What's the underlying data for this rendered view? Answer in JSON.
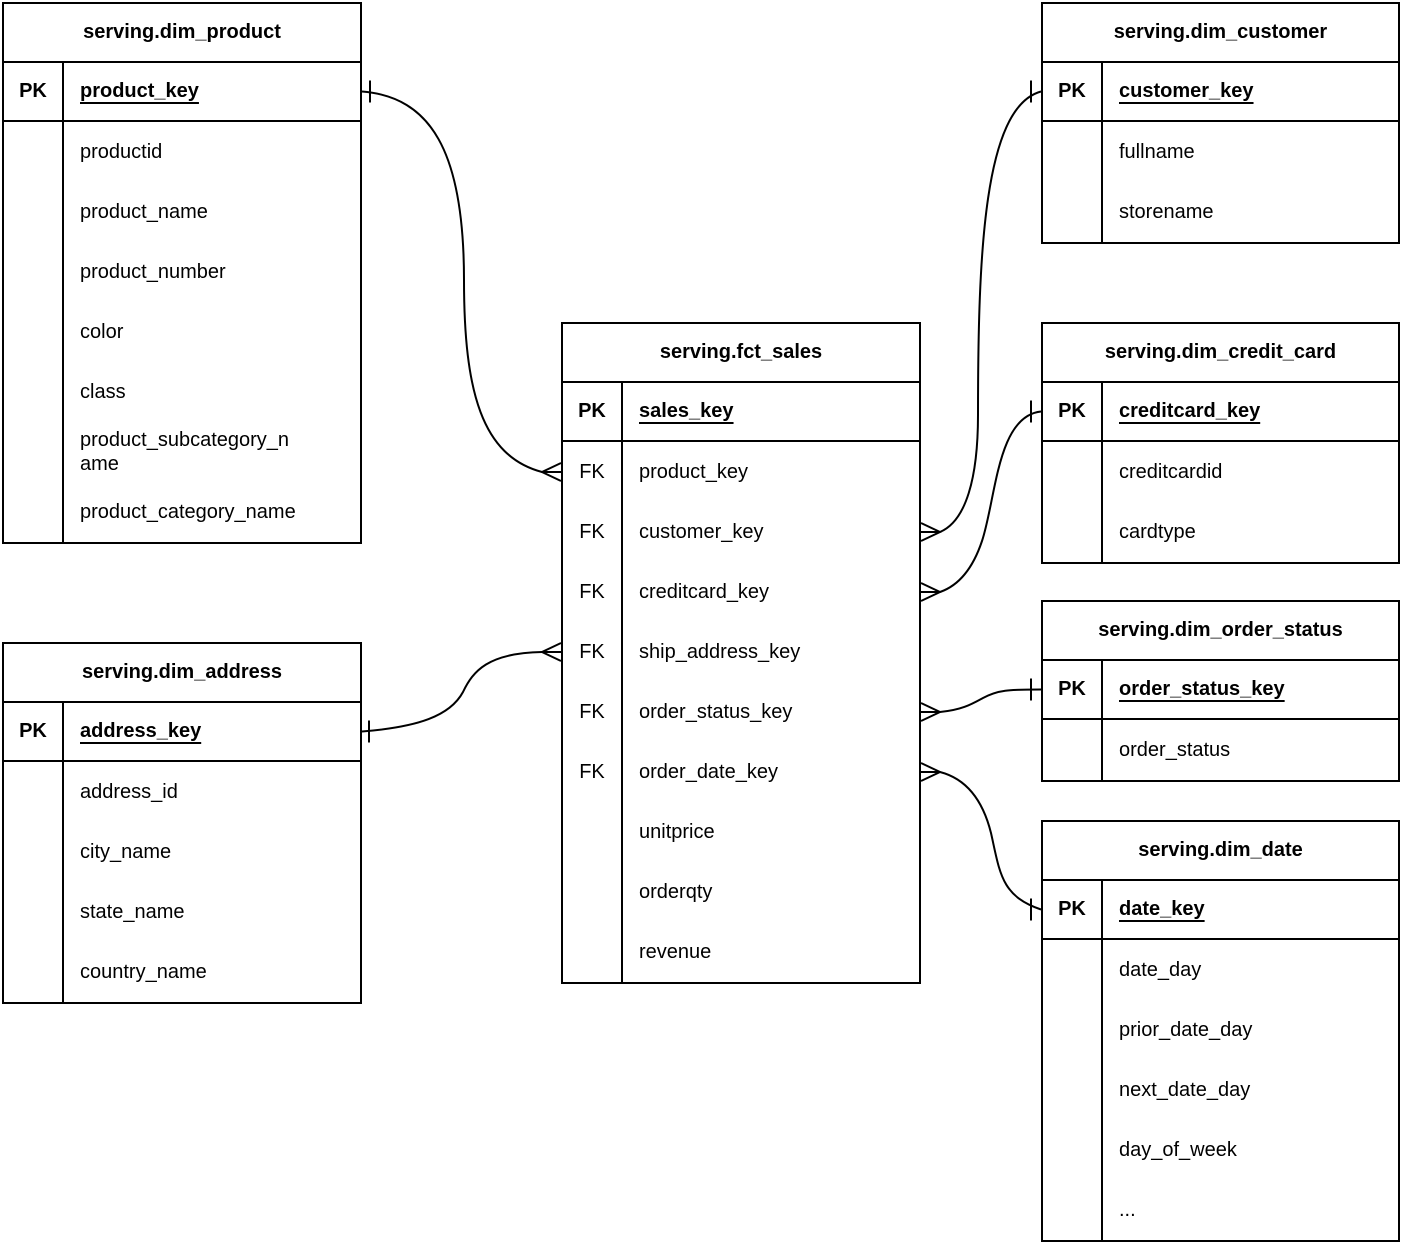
{
  "canvas": {
    "background_color": "#ffffff",
    "line_color": "#000000",
    "text_color": "#000000"
  },
  "tables": {
    "fct_sales": {
      "title": "serving.fct_sales",
      "pk": {
        "badge": "PK",
        "name": "sales_key"
      },
      "fields": [
        {
          "badge": "FK",
          "name": "product_key"
        },
        {
          "badge": "FK",
          "name": "customer_key"
        },
        {
          "badge": "FK",
          "name": "creditcard_key"
        },
        {
          "badge": "FK",
          "name": "ship_address_key"
        },
        {
          "badge": "FK",
          "name": "order_status_key"
        },
        {
          "badge": "FK",
          "name": "order_date_key"
        },
        {
          "badge": "",
          "name": "unitprice"
        },
        {
          "badge": "",
          "name": "orderqty"
        },
        {
          "badge": "",
          "name": "revenue"
        }
      ]
    },
    "dim_product": {
      "title": "serving.dim_product",
      "pk": {
        "badge": "PK",
        "name": "product_key"
      },
      "fields": [
        {
          "badge": "",
          "name": "productid"
        },
        {
          "badge": "",
          "name": "product_name"
        },
        {
          "badge": "",
          "name": "product_number"
        },
        {
          "badge": "",
          "name": "color"
        },
        {
          "badge": "",
          "name": "class"
        },
        {
          "badge": "",
          "name": "product_subcategory_name"
        },
        {
          "badge": "",
          "name": "product_category_name"
        }
      ]
    },
    "dim_customer": {
      "title": "serving.dim_customer",
      "pk": {
        "badge": "PK",
        "name": "customer_key"
      },
      "fields": [
        {
          "badge": "",
          "name": "fullname"
        },
        {
          "badge": "",
          "name": "storename"
        }
      ]
    },
    "dim_credit_card": {
      "title": "serving.dim_credit_card",
      "pk": {
        "badge": "PK",
        "name": "creditcard_key"
      },
      "fields": [
        {
          "badge": "",
          "name": "creditcardid"
        },
        {
          "badge": "",
          "name": "cardtype"
        }
      ]
    },
    "dim_order_status": {
      "title": "serving.dim_order_status",
      "pk": {
        "badge": "PK",
        "name": "order_status_key"
      },
      "fields": [
        {
          "badge": "",
          "name": "order_status"
        }
      ]
    },
    "dim_date": {
      "title": "serving.dim_date",
      "pk": {
        "badge": "PK",
        "name": "date_key"
      },
      "fields": [
        {
          "badge": "",
          "name": "date_day"
        },
        {
          "badge": "",
          "name": "prior_date_day"
        },
        {
          "badge": "",
          "name": "next_date_day"
        },
        {
          "badge": "",
          "name": "day_of_week"
        },
        {
          "badge": "",
          "name": "..."
        }
      ]
    },
    "dim_address": {
      "title": "serving.dim_address",
      "pk": {
        "badge": "PK",
        "name": "address_key"
      },
      "fields": [
        {
          "badge": "",
          "name": "address_id"
        },
        {
          "badge": "",
          "name": "city_name"
        },
        {
          "badge": "",
          "name": "state_name"
        },
        {
          "badge": "",
          "name": "country_name"
        }
      ]
    }
  },
  "relationships": [
    {
      "from_table": "serving.fct_sales",
      "from_field": "product_key",
      "from_cardinality": "many",
      "to_table": "serving.dim_product",
      "to_field": "product_key",
      "to_cardinality": "one"
    },
    {
      "from_table": "serving.fct_sales",
      "from_field": "customer_key",
      "from_cardinality": "many",
      "to_table": "serving.dim_customer",
      "to_field": "customer_key",
      "to_cardinality": "one"
    },
    {
      "from_table": "serving.fct_sales",
      "from_field": "creditcard_key",
      "from_cardinality": "many",
      "to_table": "serving.dim_credit_card",
      "to_field": "creditcard_key",
      "to_cardinality": "one"
    },
    {
      "from_table": "serving.fct_sales",
      "from_field": "ship_address_key",
      "from_cardinality": "many",
      "to_table": "serving.dim_address",
      "to_field": "address_key",
      "to_cardinality": "one"
    },
    {
      "from_table": "serving.fct_sales",
      "from_field": "order_status_key",
      "from_cardinality": "many",
      "to_table": "serving.dim_order_status",
      "to_field": "order_status_key",
      "to_cardinality": "one"
    },
    {
      "from_table": "serving.fct_sales",
      "from_field": "order_date_key",
      "from_cardinality": "many",
      "to_table": "serving.dim_date",
      "to_field": "date_key",
      "to_cardinality": "one"
    }
  ]
}
